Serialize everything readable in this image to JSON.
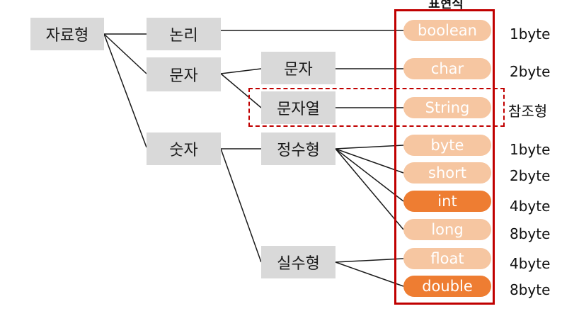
{
  "title": "표현식",
  "nodes": {
    "root": "자료형",
    "logic": "논리",
    "char_group": "문자",
    "number": "숫자",
    "char": "문자",
    "string": "문자열",
    "integer": "정수형",
    "real": "실수형"
  },
  "types": {
    "boolean": "boolean",
    "char": "char",
    "string": "String",
    "byte": "byte",
    "short": "short",
    "int": "int",
    "long": "long",
    "float": "float",
    "double": "double"
  },
  "sizes": {
    "boolean": "1byte",
    "char": "2byte",
    "string": "참조형",
    "byte": "1byte",
    "short": "2byte",
    "int": "4byte",
    "long": "8byte",
    "float": "4byte",
    "double": "8byte"
  },
  "colors": {
    "box": "#d9d9d9",
    "pill_light": "#f6c6a1",
    "pill_dark": "#ee7d32",
    "frame": "#c00000"
  }
}
